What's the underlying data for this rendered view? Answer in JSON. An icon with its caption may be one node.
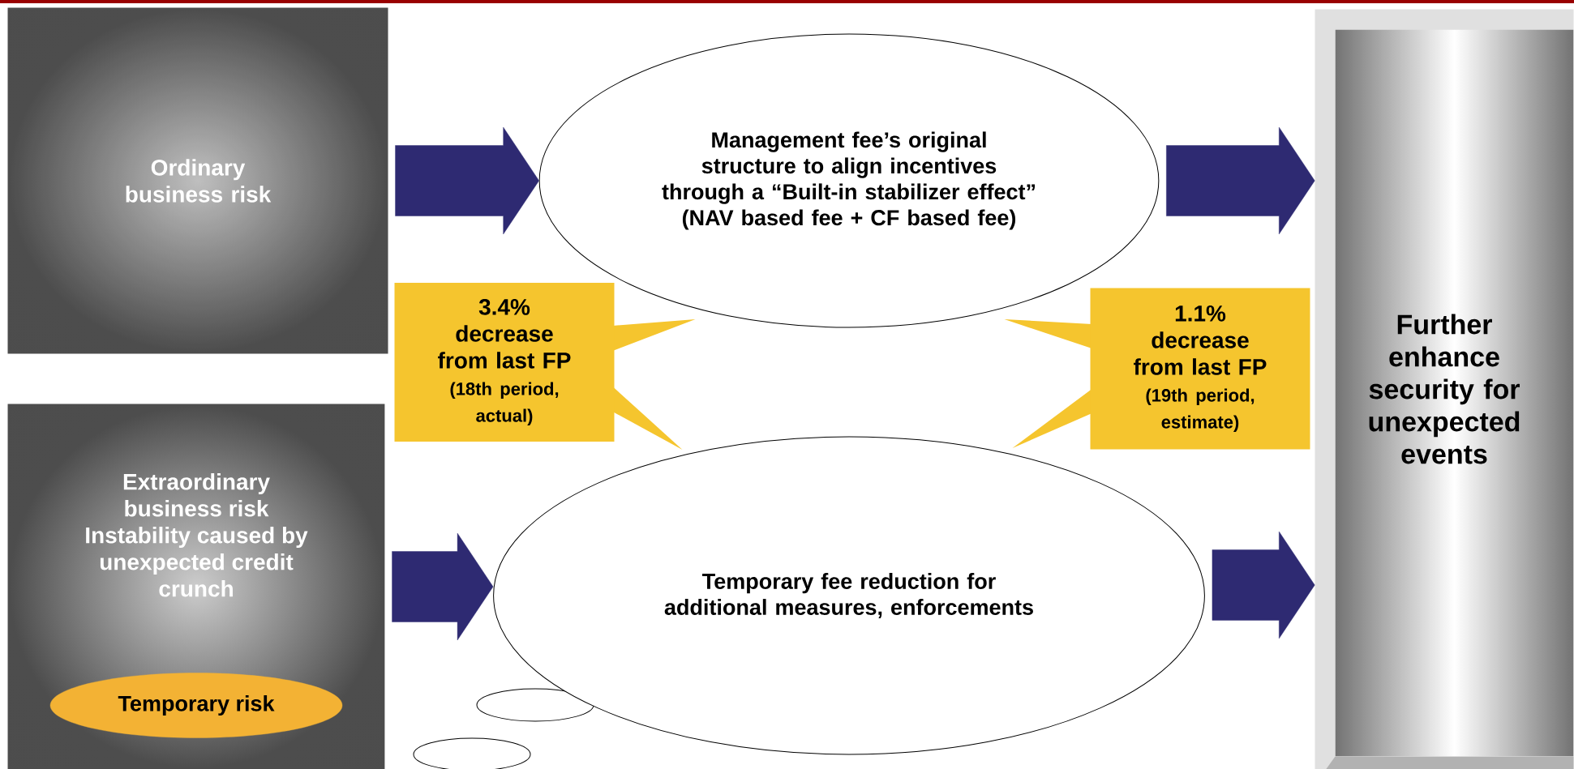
{
  "diagram": {
    "nodes": [
      {
        "text": [
          "Ordinary business risk"
        ]
      },
      {
        "text": [
          "Extraordinary business risk",
          "Instability caused by unexpected credit crunch"
        ]
      },
      {
        "text": [
          "Temporary risk"
        ],
        "in": 1
      },
      {
        "text": [
          "Management fee’s original structure to align incentives through a “Built-in stabilizer effect”",
          "(NAV based fee + CF based fee)"
        ]
      },
      {
        "text": [
          "Temporary fee reduction for additional measures, enforcements"
        ]
      },
      {
        "text": [
          "3.4% decrease from last FP",
          "(18th period, actual)"
        ]
      },
      {
        "text": [
          "1.1% decrease from last FP",
          "(19th period, estimate)"
        ]
      },
      {
        "text": [
          "Further enhance security for unexpected events"
        ]
      }
    ],
    "edges": [
      {
        "from": 0,
        "to": 3,
        "arrow": "to"
      },
      {
        "from": 1,
        "to": 4,
        "arrow": "to"
      },
      {
        "from": 3,
        "to": 7,
        "arrow": "to"
      },
      {
        "from": 4,
        "to": 7,
        "arrow": "to"
      }
    ]
  }
}
